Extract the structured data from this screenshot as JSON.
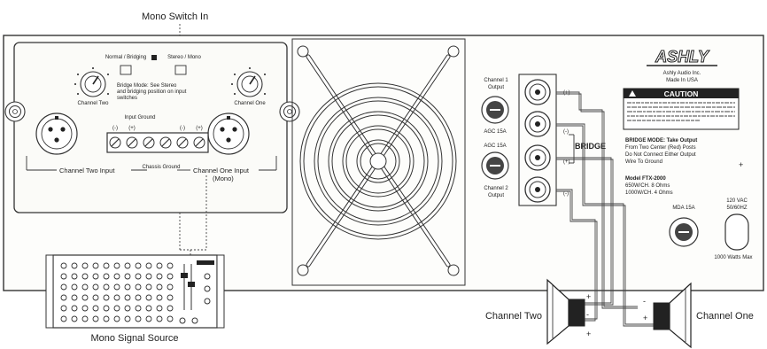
{
  "callouts": {
    "mono_switch_in": "Mono Switch In",
    "mono_signal_source": "Mono Signal Source",
    "channel_two": "Channel Two",
    "channel_one": "Channel One"
  },
  "input_panel": {
    "switch_normal": "Normal / Bridging",
    "switch_stereo": "Stereo / Mono",
    "bridge_note_1": "Bridge Mode: See Stereo",
    "bridge_note_2": "and bridging position on input",
    "bridge_note_3": "switches",
    "ch_two_knob": "Channel Two",
    "ch_one_knob": "Channel One",
    "input_ground": "Input Ground",
    "terminal_labels": [
      "(-)",
      "(+)",
      "",
      "",
      "(-)",
      "(+)"
    ],
    "channel_two_input": "Channel Two Input",
    "channel_one_input_1": "Channel One Input",
    "channel_one_input_2": "(Mono)",
    "chassis_ground": "Chassis Ground"
  },
  "outputs": {
    "ch1_output_1": "Channel 1",
    "ch1_output_2": "Output",
    "ch1_fuse": "AGC 15A",
    "ch2_fuse": "AGC 15A",
    "ch2_output_1": "Channel 2",
    "ch2_output_2": "Output",
    "bridge_label": "BRIDGE",
    "plus": "(+)",
    "minus": "(-)"
  },
  "brand": {
    "logo": "ASHLY",
    "company": "Ashly Audio Inc.",
    "made_in": "Made In USA"
  },
  "caution": {
    "title": "CAUTION"
  },
  "bridge_mode": {
    "line1": "BRIDGE MODE: Take Output",
    "line2": "From Two Center (Red) Posts",
    "line3": "Do Not Connect Either Output",
    "line4": "Wire To Ground"
  },
  "model": {
    "line1": "Model FTX-2000",
    "line2": "650W/CH. 8 Ohms",
    "line3": "1000W/CH. 4 Ohms"
  },
  "power": {
    "mda_fuse": "MDA 15A",
    "ac_1": "120 VAC",
    "ac_2": "50/60HZ",
    "watts": "1000 Watts Max"
  },
  "speaker_marks": {
    "ch2_plus": "+",
    "ch2_minus": "-",
    "ch1_plus": "+",
    "ch1_minus": "-"
  }
}
